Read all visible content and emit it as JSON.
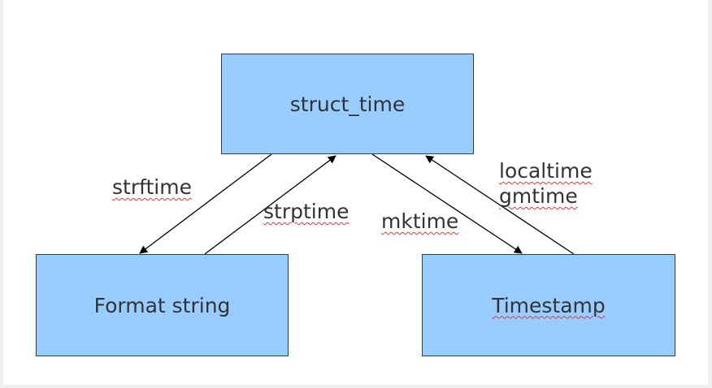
{
  "diagram": {
    "nodes": {
      "struct_time": "struct_time",
      "format_string": "Format string",
      "timestamp": "Timestamp"
    },
    "edges": {
      "strftime": "strftime",
      "strptime": "strptime",
      "mktime": "mktime",
      "localtime": "localtime",
      "gmtime": "gmtime"
    },
    "colors": {
      "box_fill": "#99ccff",
      "box_border": "#2c3e50",
      "text": "#333333",
      "arrow": "#000000",
      "spellcheck": "#d93a3a"
    }
  }
}
